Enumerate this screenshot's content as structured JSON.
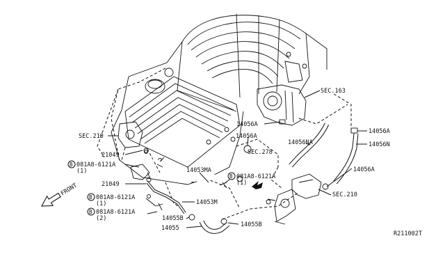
{
  "labels": {
    "sec163": "SEC.163",
    "sec210_left": "SEC.210",
    "sec210_right": "SEC.210",
    "sec278": "SEC.278",
    "p21049_a": "21049",
    "p21049_b": "21049",
    "bolt1_code": "081A8-6121A",
    "bolt1_qty": "(1)",
    "bolt2_code": "081A8-6121A",
    "bolt2_qty": "(1)",
    "bolt3_code": "081A8-6121A",
    "bolt3_qty": "(2)",
    "bolt4_code": "081A8-6121A",
    "bolt4_qty": "(1)",
    "bolt_marker": "B",
    "p14053MA": "14053MA",
    "p14053M": "14053M",
    "p14055B_a": "14055B",
    "p14055B_b": "14055B",
    "p14055": "14055",
    "p14056A_a": "14056A",
    "p14056A_b": "14056A",
    "p14056A_c": "14056A",
    "p14056A_d": "14056A",
    "p14056NA": "14056NA",
    "p14056N": "14056N",
    "front": "FRONT",
    "diagram_id": "R211002T"
  }
}
